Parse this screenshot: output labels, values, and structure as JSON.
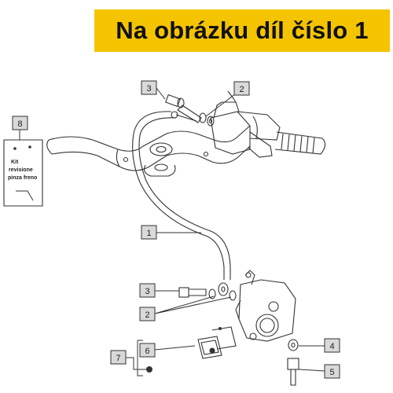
{
  "banner": {
    "title": "Na obrázku díl číslo 1"
  },
  "kit_box": {
    "lines": [
      "Kit",
      "revisione",
      "pinza freno"
    ]
  },
  "callouts": [
    {
      "label": "3"
    },
    {
      "label": "2"
    },
    {
      "label": "8"
    },
    {
      "label": "1"
    },
    {
      "label": "3"
    },
    {
      "label": "2"
    },
    {
      "label": "4"
    },
    {
      "label": "7"
    },
    {
      "label": "6"
    },
    {
      "label": "5"
    }
  ],
  "colors": {
    "banner_bg": "#f5c400",
    "banner_text": "#111111",
    "callout_box": "#d9d9d9",
    "line": "#333333"
  }
}
